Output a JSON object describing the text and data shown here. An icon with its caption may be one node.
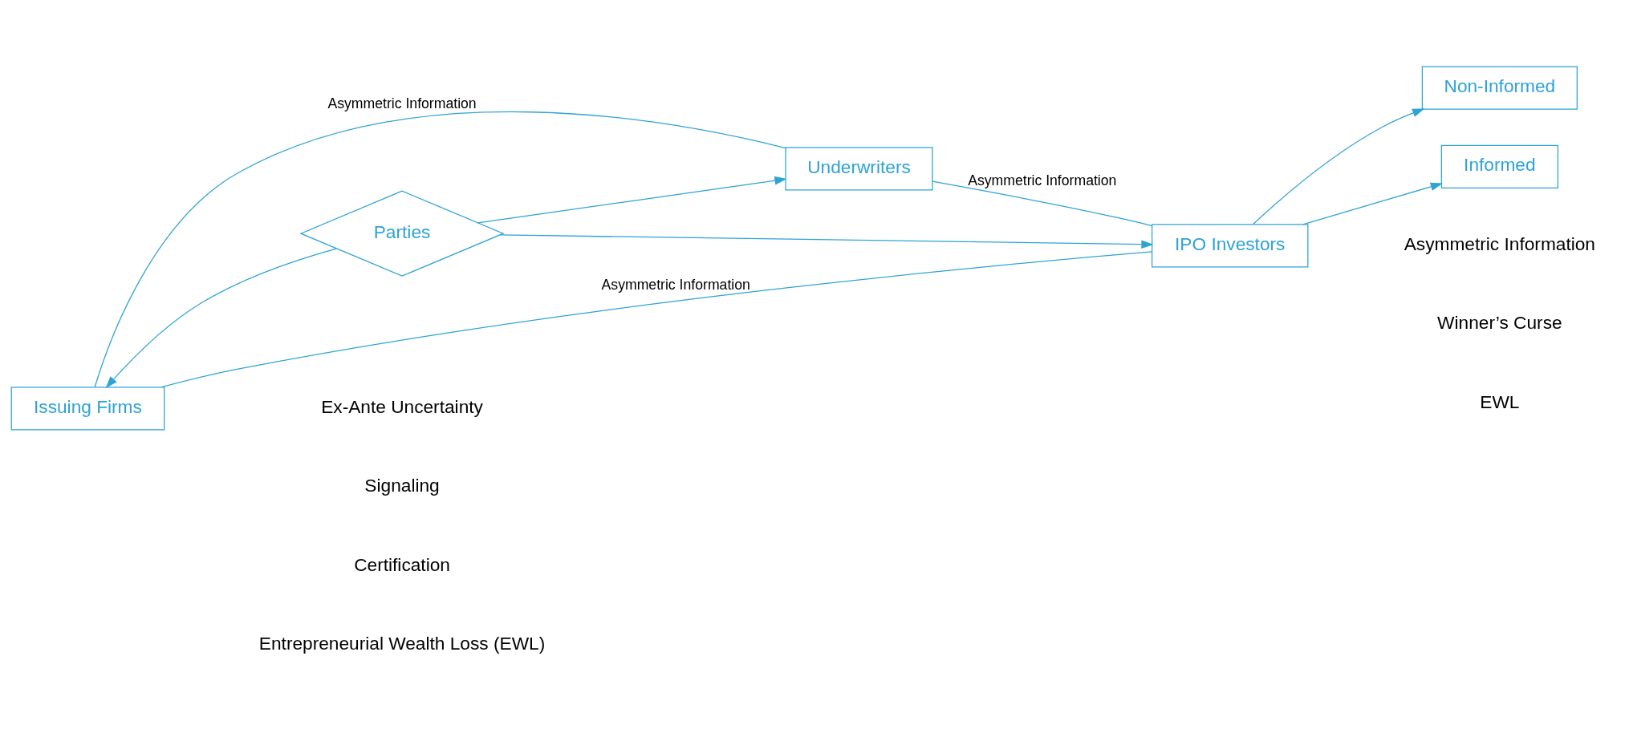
{
  "diagram": {
    "nodes": [
      {
        "text": [
          "Underwriters"
        ]
      },
      {
        "text": [
          "Non-Informed"
        ]
      },
      {
        "text": [
          "Issuing Firms"
        ]
      },
      {
        "text": [
          "Parties"
        ]
      },
      {
        "text": [
          "IPO Investors"
        ]
      },
      {
        "text": [
          "Informed"
        ]
      }
    ],
    "edges": [
      {
        "from": 2,
        "to": 0,
        "arrow": "none",
        "label": "Asymmetric Information"
      },
      {
        "from": 0,
        "to": 4,
        "arrow": "none",
        "label": "Asymmetric Information"
      },
      {
        "from": 3,
        "to": 0,
        "arrow": "to"
      },
      {
        "from": 3,
        "to": 2,
        "arrow": "to"
      },
      {
        "from": 3,
        "to": 4,
        "arrow": "to"
      },
      {
        "from": 4,
        "to": 1,
        "arrow": "to"
      },
      {
        "from": 4,
        "to": 5,
        "arrow": "to"
      },
      {
        "from": 2,
        "to": 4,
        "arrow": "none",
        "label": "Asymmetric Information"
      }
    ],
    "labels": [
      "Asymmetric Information",
      "Ex-Ante Uncertainty",
      "Signaling",
      "Certification",
      "Entrepreneurial Wealth Loss (EWL)",
      "Winner’s Curse",
      "EWL"
    ]
  }
}
